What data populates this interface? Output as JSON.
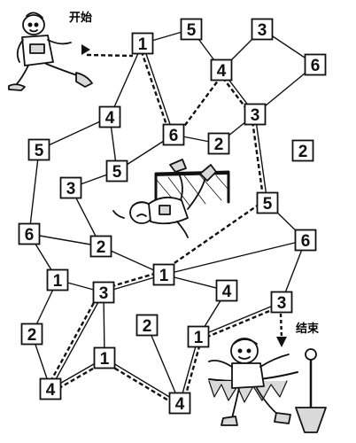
{
  "labels": {
    "start": "开始",
    "end": "结束"
  },
  "colors": {
    "ink": "#111111",
    "paper": "#ffffff",
    "shade": "#d9d9d9"
  },
  "icons": [
    "runner-icon",
    "fallen-runner-icon",
    "finish-runner-icon"
  ],
  "nodes": [
    {
      "id": "a",
      "value": "1"
    },
    {
      "id": "b",
      "value": "5"
    },
    {
      "id": "c",
      "value": "3"
    },
    {
      "id": "d",
      "value": "4"
    },
    {
      "id": "e",
      "value": "6"
    },
    {
      "id": "f",
      "value": "3"
    },
    {
      "id": "g",
      "value": "4"
    },
    {
      "id": "h",
      "value": "6"
    },
    {
      "id": "i",
      "value": "2"
    },
    {
      "id": "j",
      "value": "5"
    },
    {
      "id": "k",
      "value": "5"
    },
    {
      "id": "l",
      "value": "2"
    },
    {
      "id": "m",
      "value": "3"
    },
    {
      "id": "n",
      "value": "5"
    },
    {
      "id": "o",
      "value": "6"
    },
    {
      "id": "p",
      "value": "2"
    },
    {
      "id": "q",
      "value": "6"
    },
    {
      "id": "r",
      "value": "1"
    },
    {
      "id": "s",
      "value": "1"
    },
    {
      "id": "t",
      "value": "3"
    },
    {
      "id": "u",
      "value": "4"
    },
    {
      "id": "v",
      "value": "3"
    },
    {
      "id": "w",
      "value": "2"
    },
    {
      "id": "x",
      "value": "2"
    },
    {
      "id": "y",
      "value": "1"
    },
    {
      "id": "z",
      "value": "1"
    },
    {
      "id": "aa",
      "value": "4"
    },
    {
      "id": "bb",
      "value": "4"
    }
  ],
  "edges": [
    [
      "a",
      "b"
    ],
    [
      "b",
      "d"
    ],
    [
      "a",
      "g"
    ],
    [
      "a",
      "h"
    ],
    [
      "c",
      "d"
    ],
    [
      "c",
      "e"
    ],
    [
      "e",
      "f"
    ],
    [
      "d",
      "f"
    ],
    [
      "f",
      "i"
    ],
    [
      "f",
      "n"
    ],
    [
      "g",
      "k"
    ],
    [
      "g",
      "j"
    ],
    [
      "k",
      "m"
    ],
    [
      "k",
      "h"
    ],
    [
      "h",
      "i"
    ],
    [
      "m",
      "p"
    ],
    [
      "j",
      "o"
    ],
    [
      "o",
      "p"
    ],
    [
      "o",
      "s"
    ],
    [
      "p",
      "r"
    ],
    [
      "r",
      "q"
    ],
    [
      "r",
      "t"
    ],
    [
      "r",
      "u"
    ],
    [
      "n",
      "q"
    ],
    [
      "q",
      "v"
    ],
    [
      "s",
      "t"
    ],
    [
      "s",
      "x"
    ],
    [
      "t",
      "bb"
    ],
    [
      "t",
      "z"
    ],
    [
      "u",
      "y"
    ],
    [
      "x",
      "bb"
    ],
    [
      "z",
      "bb"
    ],
    [
      "z",
      "aa"
    ],
    [
      "w",
      "aa"
    ],
    [
      "y",
      "aa"
    ],
    [
      "y",
      "v"
    ]
  ],
  "path": [
    "a",
    "h",
    "d",
    "f",
    "n",
    "r",
    "t",
    "bb",
    "z",
    "aa",
    "y",
    "v"
  ]
}
